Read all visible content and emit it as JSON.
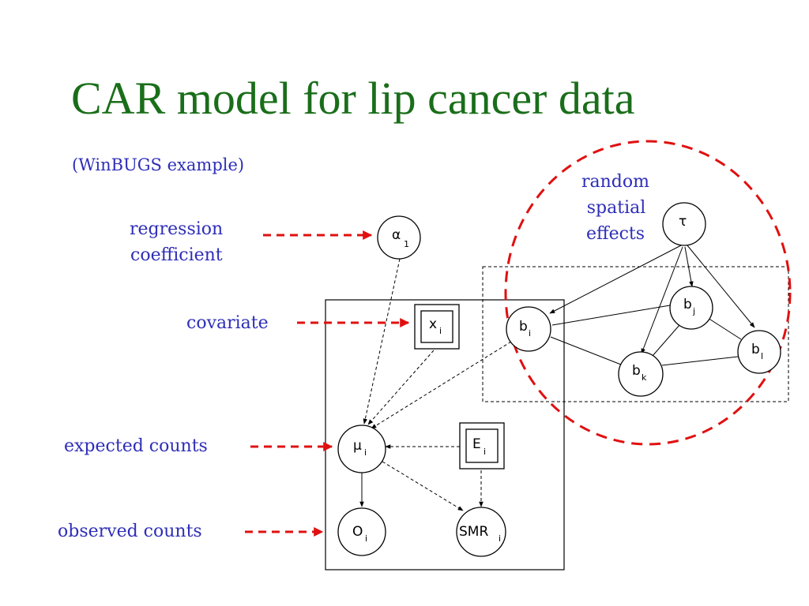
{
  "slide": {
    "title": "CAR model for lip cancer data",
    "subtitle": "(WinBUGS example)"
  },
  "labels": {
    "regression": [
      "regression",
      "coefficient"
    ],
    "covariate": "covariate",
    "expected": "expected counts",
    "observed": "observed counts",
    "random": [
      "random",
      "spatial",
      "effects"
    ]
  },
  "nodes": {
    "alpha": {
      "main": "α",
      "sub": "1"
    },
    "x": {
      "main": "x",
      "sub": "i"
    },
    "mu": {
      "main": "μ",
      "sub": "i"
    },
    "E": {
      "main": "E",
      "sub": "i"
    },
    "O": {
      "main": "O",
      "sub": "i"
    },
    "SMR": {
      "main": "SMR",
      "sub": "i"
    },
    "tau": {
      "main": "τ",
      "sub": ""
    },
    "bi": {
      "main": "b",
      "sub": "i"
    },
    "bj": {
      "main": "b",
      "sub": "j"
    },
    "bk": {
      "main": "b",
      "sub": "k"
    },
    "bl": {
      "main": "b",
      "sub": "l"
    }
  },
  "colors": {
    "title": "#1a6e1a",
    "label": "#2e2eb8",
    "annotation": "#e01010"
  }
}
